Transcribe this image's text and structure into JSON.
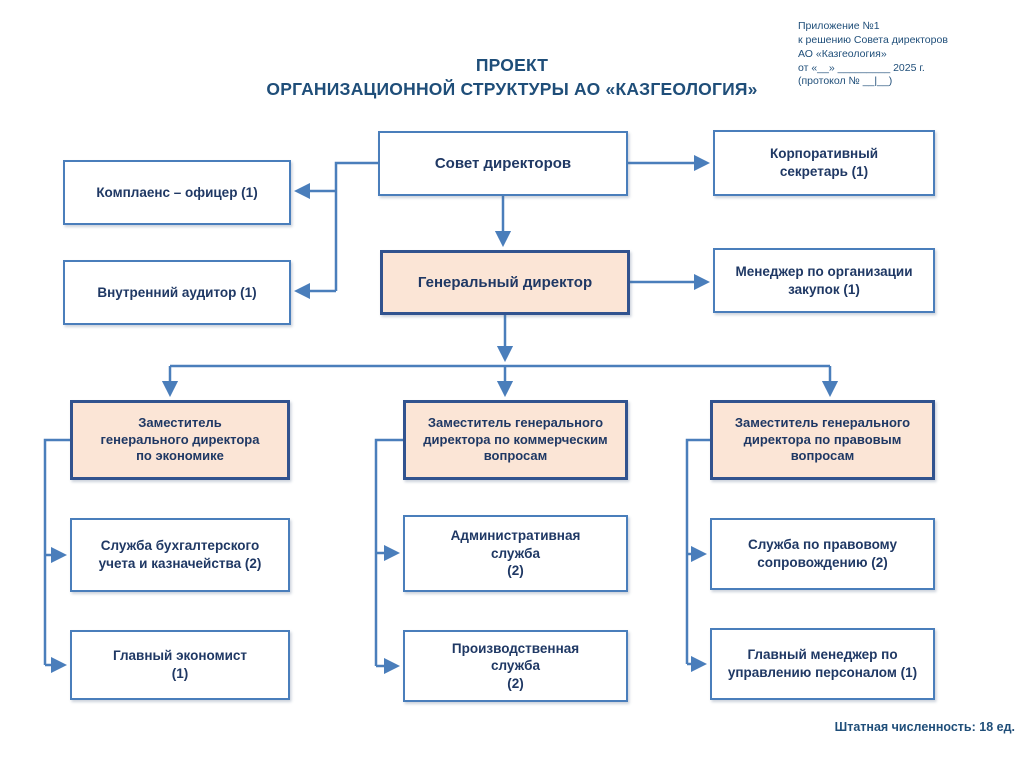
{
  "note": {
    "text": "Приложение №1\nк решению Совета директоров\nАО «Казгеология»\nот «__» _________ 2025 г.\n(протокол № __|__)"
  },
  "title": "ПРОЕКТ\nОРГАНИЗАЦИОННОЙ СТРУКТУРЫ АО «КАЗГЕОЛОГИЯ»",
  "boxes": {
    "board": "Совет директоров",
    "corporate_secretary": "Корпоративный\nсекретарь (1)",
    "compliance_officer": "Комплаенс – офицер (1)",
    "internal_auditor": "Внутренний аудитор (1)",
    "ceo": "Генеральный директор",
    "procurement_manager": "Менеджер по организации\nзакупок (1)",
    "deputy_economy": "Заместитель\nгенерального директора\nпо экономике",
    "deputy_commercial": "Заместитель генерального\nдиректора по коммерческим\nвопросам",
    "deputy_legal": "Заместитель генерального\nдиректора по правовым\nвопросам",
    "accounting_service": "Служба бухгалтерского\nучета и казначейства (2)",
    "chief_economist": "Главный экономист\n(1)",
    "administrative_service": "Административная\nслужба\n(2)",
    "production_service": "Производственная\nслужба\n(2)",
    "legal_service": "Служба по правовому\nсопровождению (2)",
    "hr_manager": "Главный менеджер по\nуправлению персоналом (1)"
  },
  "footer": "Штатная численность: 18 ед.",
  "colors": {
    "accent_line": "#4a7ebb",
    "peach_fill": "#fbe5d6",
    "peach_border": "#31538f",
    "text_navy": "#1f3864",
    "title_blue": "#1f4e79"
  }
}
